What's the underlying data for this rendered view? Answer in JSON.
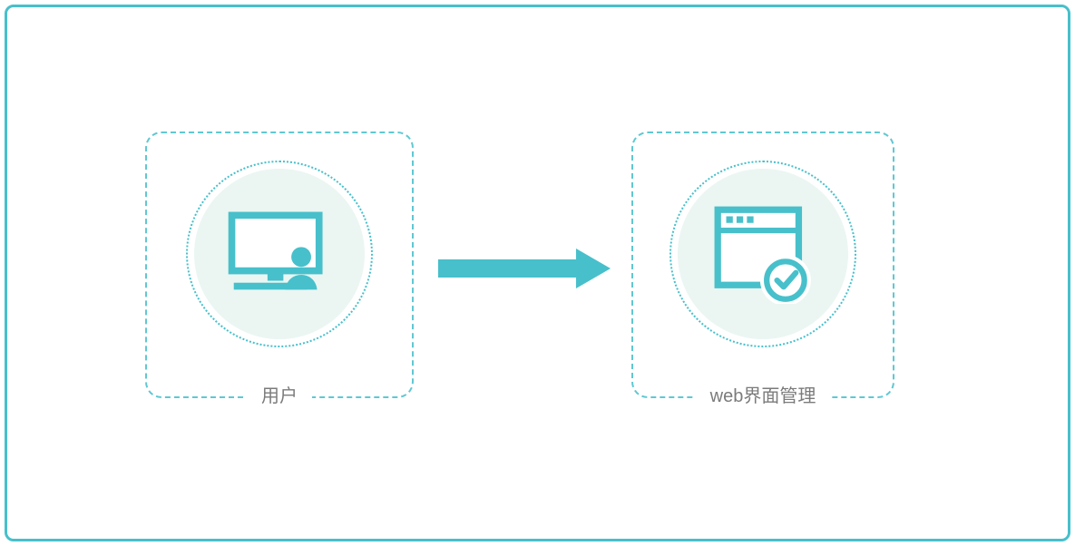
{
  "diagram": {
    "title": "",
    "nodes": [
      {
        "id": "user",
        "label": "用户",
        "icon": "monitor-user-icon"
      },
      {
        "id": "web-management",
        "label": "web界面管理",
        "icon": "browser-check-icon"
      }
    ],
    "connector": {
      "type": "arrow",
      "direction": "right",
      "icon": "arrow-right-icon"
    }
  },
  "colors": {
    "accent": "#47C0CB",
    "accent_light": "#5FC8D2",
    "node_fill": "#EBF6F2",
    "label_text": "#7B7B7B",
    "canvas_bg": "#FFFFFF"
  }
}
